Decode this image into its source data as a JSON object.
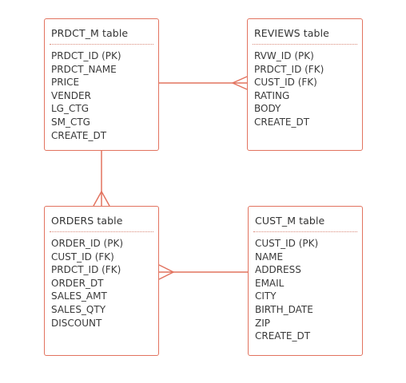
{
  "colors": {
    "line": "#e2735f",
    "text": "#3a3a3a",
    "background": "#ffffff"
  },
  "entities": [
    {
      "key": "prdct_m",
      "title": "PRDCT_M table",
      "fields": [
        "PRDCT_ID (PK)",
        "PRDCT_NAME",
        "PRICE",
        "VENDER",
        "LG_CTG",
        "SM_CTG",
        "CREATE_DT"
      ]
    },
    {
      "key": "reviews",
      "title": "REVIEWS table",
      "fields": [
        "RVW_ID (PK)",
        "PRDCT_ID (FK)",
        "CUST_ID (FK)",
        "RATING",
        "BODY",
        "CREATE_DT"
      ]
    },
    {
      "key": "orders",
      "title": "ORDERS table",
      "fields": [
        "ORDER_ID (PK)",
        "CUST_ID (FK)",
        "PRDCT_ID (FK)",
        "ORDER_DT",
        "SALES_AMT",
        "SALES_QTY",
        "DISCOUNT"
      ]
    },
    {
      "key": "cust_m",
      "title": "CUST_M table",
      "fields": [
        "CUST_ID (PK)",
        "NAME",
        "ADDRESS",
        "EMAIL",
        "CITY",
        "BIRTH_DATE",
        "ZIP",
        "CREATE_DT"
      ]
    }
  ],
  "relationships": [
    {
      "from": "PRDCT_M",
      "to": "REVIEWS",
      "from_end": "one",
      "to_end": "many"
    },
    {
      "from": "PRDCT_M",
      "to": "ORDERS",
      "from_end": "one",
      "to_end": "many"
    },
    {
      "from": "CUST_M",
      "to": "ORDERS",
      "from_end": "one",
      "to_end": "many"
    }
  ]
}
